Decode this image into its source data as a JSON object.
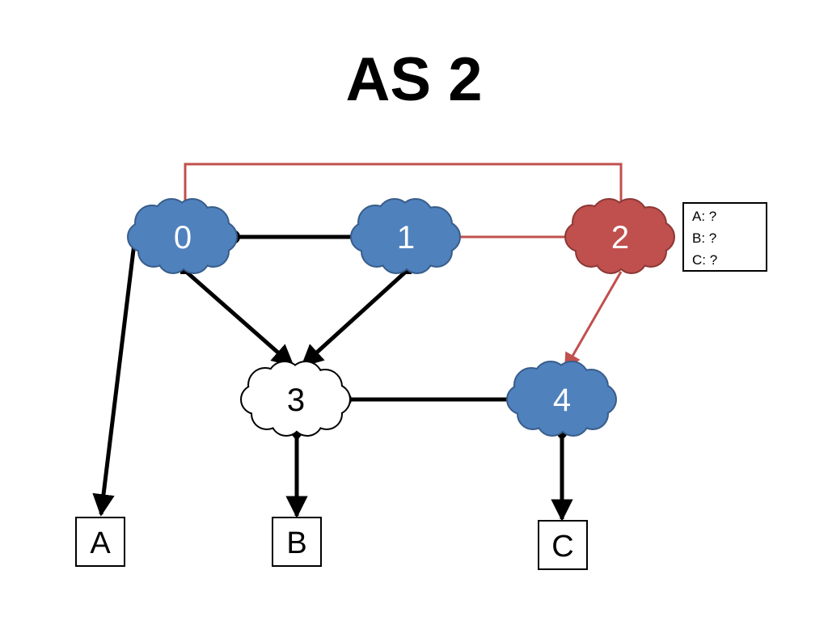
{
  "title": "AS 2",
  "colors": {
    "blue_fill": "#4f81bd",
    "blue_stroke": "#385d8a",
    "red_fill": "#c0504d",
    "red_stroke": "#8c3836",
    "white_fill": "#ffffff",
    "link_black": "#000000",
    "link_red": "#c0504d"
  },
  "nodes": [
    {
      "id": "0",
      "label": "0",
      "style": "blue"
    },
    {
      "id": "1",
      "label": "1",
      "style": "blue"
    },
    {
      "id": "2",
      "label": "2",
      "style": "red"
    },
    {
      "id": "3",
      "label": "3",
      "style": "white"
    },
    {
      "id": "4",
      "label": "4",
      "style": "blue"
    }
  ],
  "destinations": [
    {
      "id": "A",
      "label": "A"
    },
    {
      "id": "B",
      "label": "B"
    },
    {
      "id": "C",
      "label": "C"
    }
  ],
  "edges": [
    {
      "from": "0",
      "to": "1",
      "relation": "peer",
      "color": "black"
    },
    {
      "from": "1",
      "to": "2",
      "relation": "peer",
      "color": "red"
    },
    {
      "from": "3",
      "to": "4",
      "relation": "peer",
      "color": "black"
    },
    {
      "from": "0",
      "to": "3",
      "relation": "customer",
      "color": "black"
    },
    {
      "from": "1",
      "to": "3",
      "relation": "customer",
      "color": "black"
    },
    {
      "from": "2",
      "to": "4",
      "relation": "customer",
      "color": "red"
    },
    {
      "from": "0",
      "to": "2",
      "relation": "overlay",
      "color": "red"
    },
    {
      "from": "0",
      "to": "A",
      "relation": "customer",
      "color": "black"
    },
    {
      "from": "3",
      "to": "B",
      "relation": "customer",
      "color": "black"
    },
    {
      "from": "4",
      "to": "C",
      "relation": "customer",
      "color": "black"
    }
  ],
  "routing_table": {
    "rows": [
      "A: ?",
      "B: ?",
      "C: ?"
    ]
  }
}
